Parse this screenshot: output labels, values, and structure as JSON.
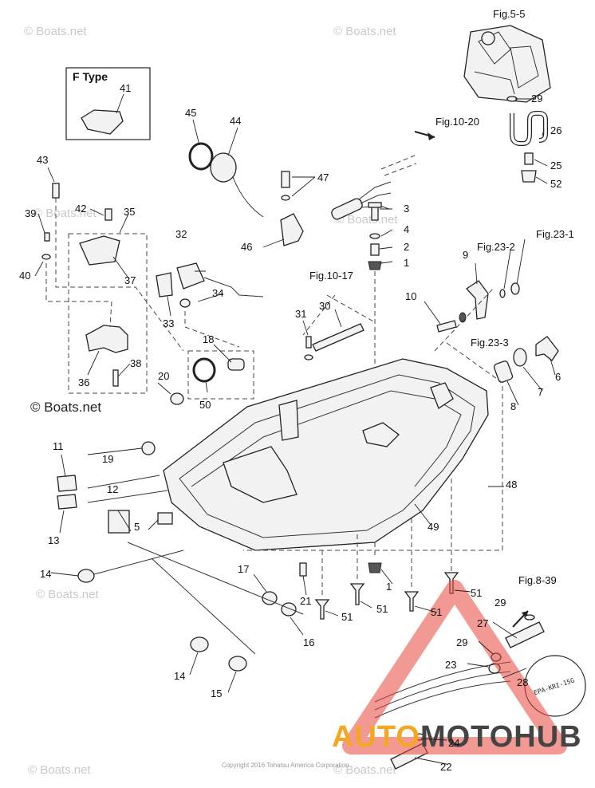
{
  "watermark": {
    "site": "© Boats.net",
    "main": "© Boats.net"
  },
  "copyright": "Copyright 2016 Tohatsu America Corporation",
  "brand": {
    "part_a": "AUTO",
    "part_b": "MOTOHUB"
  },
  "inset": {
    "title": "F Type",
    "part": "41"
  },
  "stamp_text": "EPA-KRI-15G",
  "fig_refs": {
    "fig_5_5": "Fig.5-5",
    "fig_10_20": "Fig.10-20",
    "fig_10_17": "Fig.10-17",
    "fig_23_1": "Fig.23-1",
    "fig_23_2": "Fig.23-2",
    "fig_23_3": "Fig.23-3",
    "fig_8_39": "Fig.8-39"
  },
  "parts": {
    "p1a": "1",
    "p1b": "1",
    "p2": "2",
    "p3": "3",
    "p4": "4",
    "p5": "5",
    "p6": "6",
    "p7": "7",
    "p8": "8",
    "p9": "9",
    "p10": "10",
    "p11": "11",
    "p12": "12",
    "p13": "13",
    "p14a": "14",
    "p14b": "14",
    "p15": "15",
    "p16": "16",
    "p17": "17",
    "p18": "18",
    "p19": "19",
    "p20": "20",
    "p21": "21",
    "p22": "22",
    "p23": "23",
    "p24": "24",
    "p25": "25",
    "p26": "26",
    "p27": "27",
    "p28": "28",
    "p29a": "29",
    "p29b": "29",
    "p29c": "29",
    "p30": "30",
    "p31": "31",
    "p32": "32",
    "p33": "33",
    "p34": "34",
    "p35": "35",
    "p36": "36",
    "p37": "37",
    "p38": "38",
    "p39": "39",
    "p40": "40",
    "p42": "42",
    "p43": "43",
    "p44": "44",
    "p45": "45",
    "p46": "46",
    "p47": "47",
    "p48": "48",
    "p49": "49",
    "p50": "50",
    "p51a": "51",
    "p51b": "51",
    "p51c": "51",
    "p51d": "51",
    "p52": "52"
  }
}
